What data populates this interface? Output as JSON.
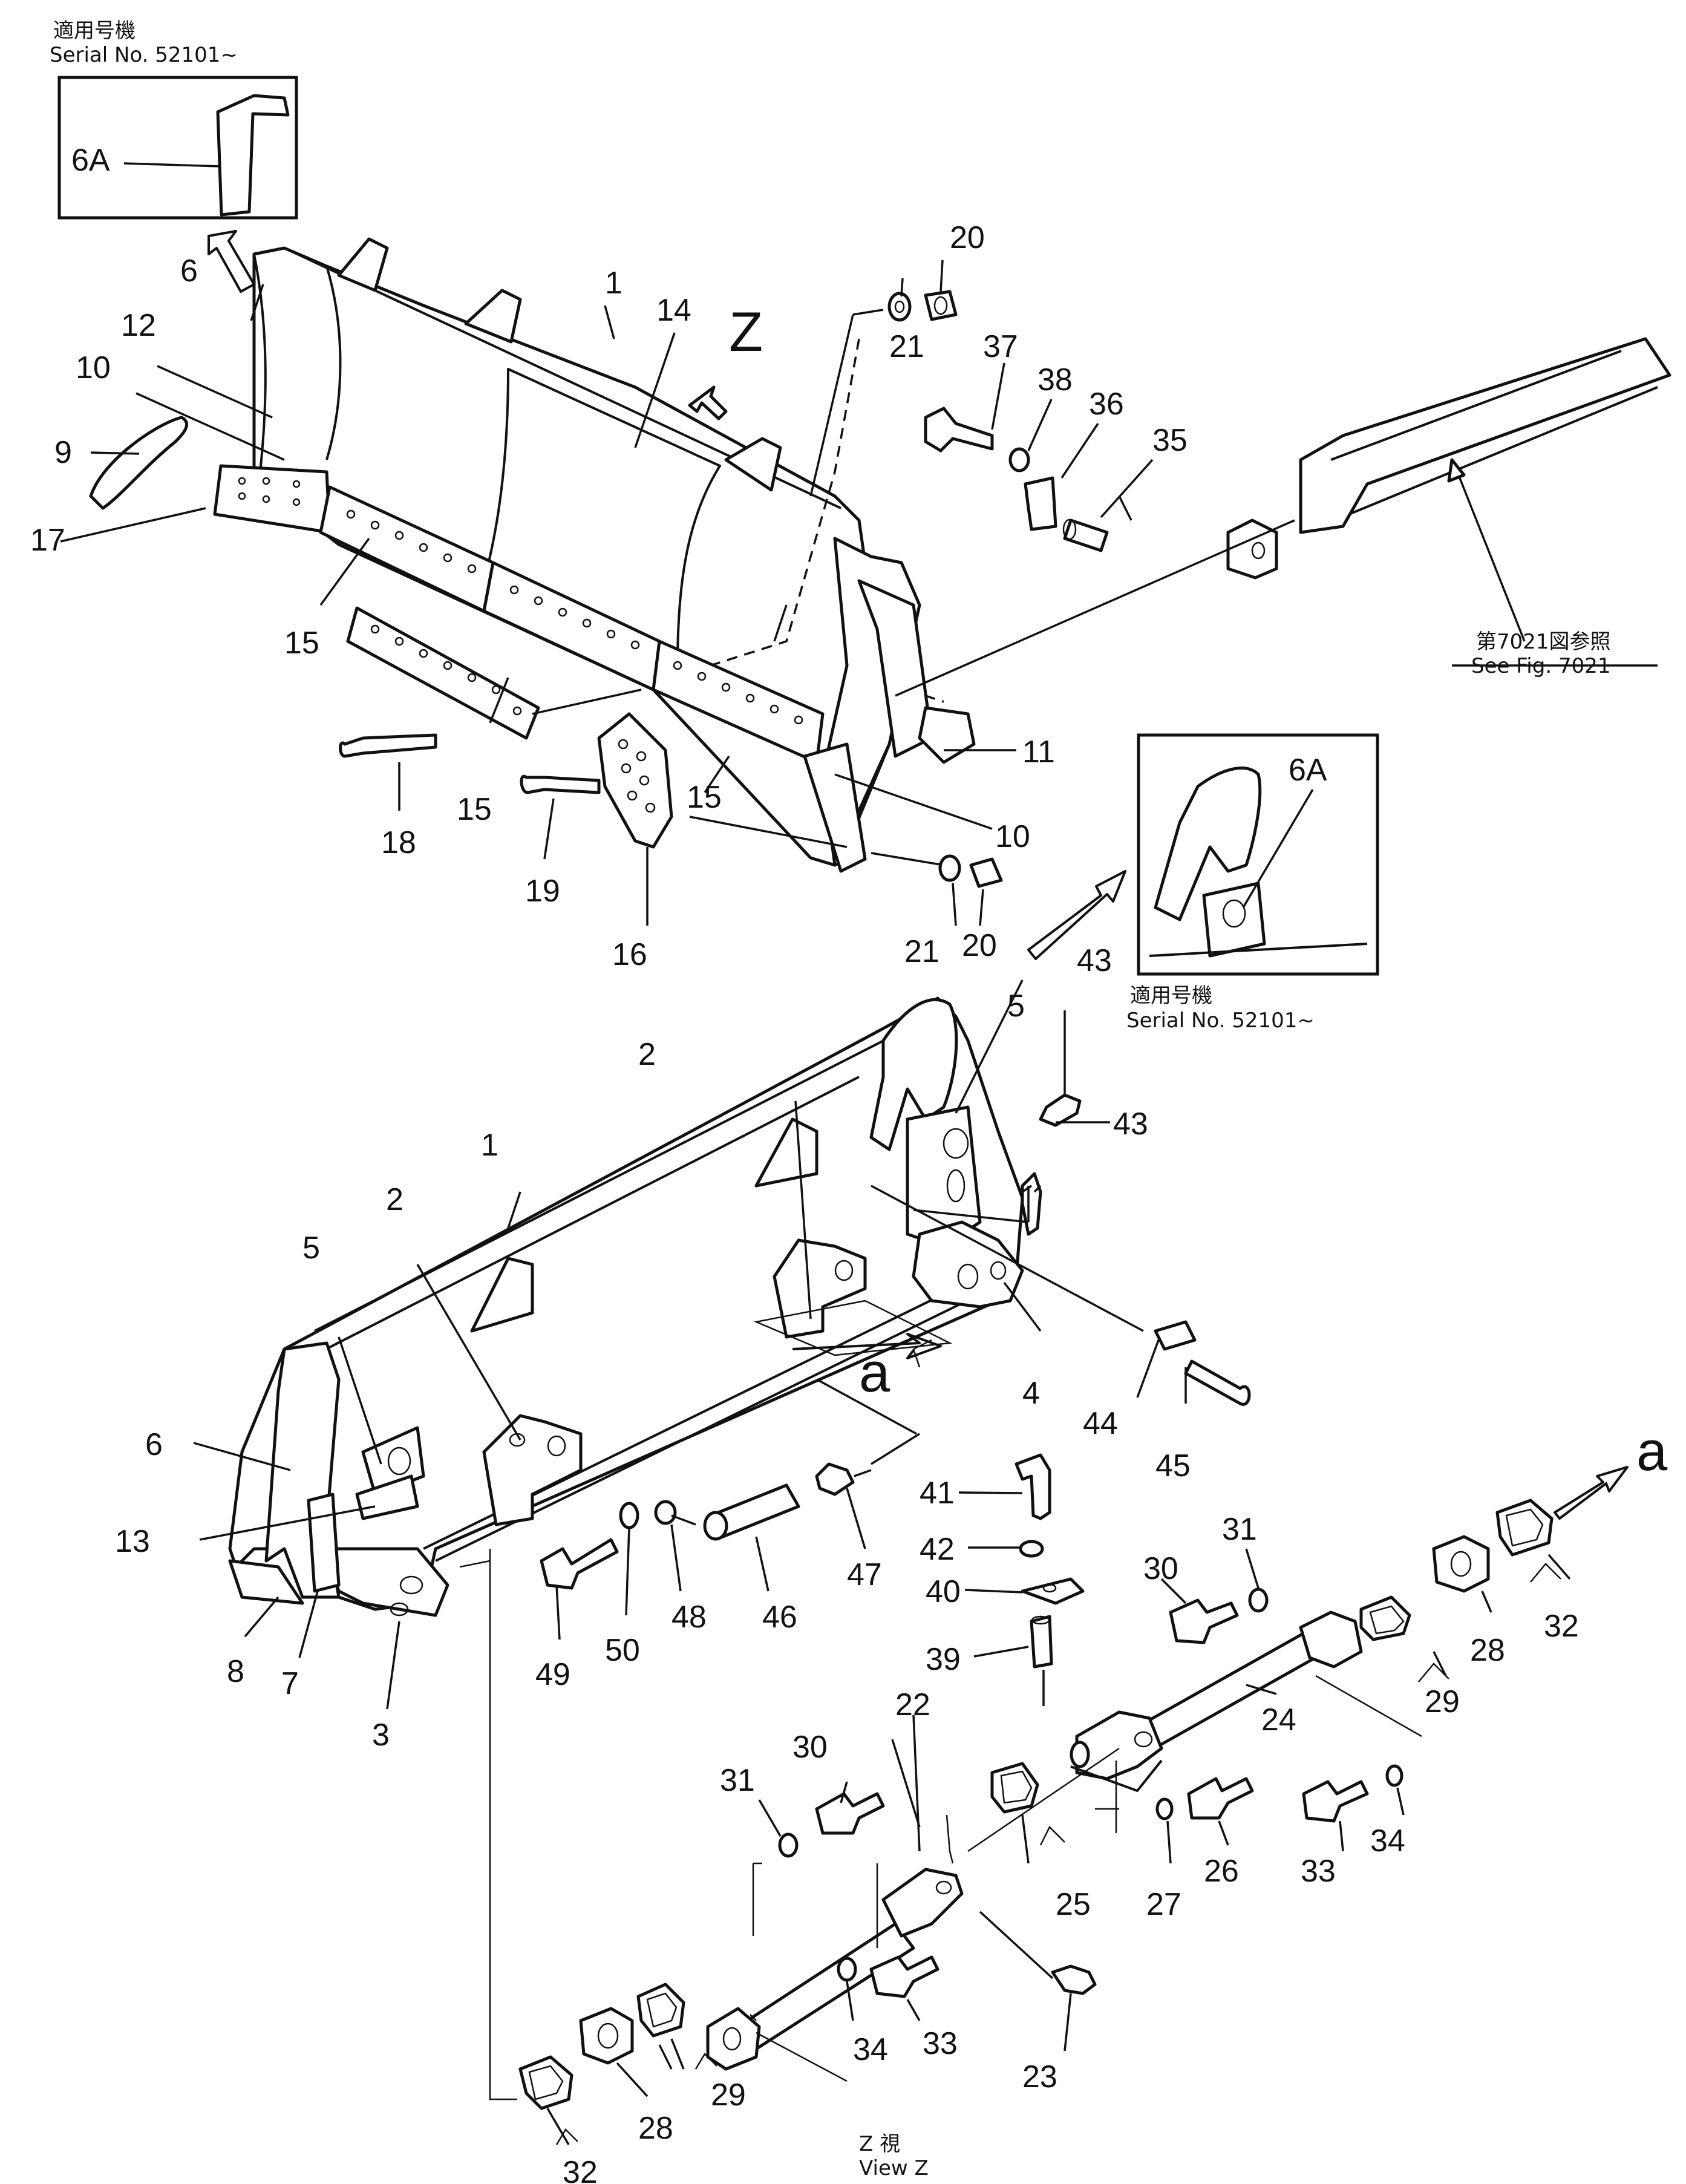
{
  "notes": {
    "serial_top_jp": "適用号機",
    "serial_top_en": "Serial No. 52101~",
    "serial_mid_jp": "適用号機",
    "serial_mid_en": "Serial No. 52101~",
    "see_fig_jp": "第7021図参照",
    "see_fig_en": "See  Fig. 7021",
    "view_jp": "Z  視",
    "view_en": "View Z"
  },
  "view_letters": {
    "z": "Z",
    "a_mid": "a",
    "a_right": "a"
  },
  "callouts": {
    "p1a": "1",
    "p1b": "1",
    "p2a": "2",
    "p2b": "2",
    "p3": "3",
    "p4": "4",
    "p5a": "5",
    "p5b": "5",
    "p6a": "6",
    "p6b": "6",
    "p6Aa": "6A",
    "p6Ab": "6A",
    "p7": "7",
    "p8": "8",
    "p9": "9",
    "p10a": "10",
    "p10b": "10",
    "p11": "11",
    "p12": "12",
    "p13": "13",
    "p14": "14",
    "p15a": "15",
    "p15b": "15",
    "p15c": "15",
    "p16": "16",
    "p17": "17",
    "p18": "18",
    "p19": "19",
    "p20a": "20",
    "p20b": "20",
    "p21a": "21",
    "p21b": "21",
    "p22": "22",
    "p23": "23",
    "p24": "24",
    "p25": "25",
    "p26": "26",
    "p27": "27",
    "p28a": "28",
    "p28b": "28",
    "p29a": "29",
    "p29b": "29",
    "p30a": "30",
    "p30b": "30",
    "p31a": "31",
    "p31b": "31",
    "p32a": "32",
    "p32b": "32",
    "p33a": "33",
    "p33b": "33",
    "p34a": "34",
    "p34b": "34",
    "p35": "35",
    "p36": "36",
    "p37": "37",
    "p38": "38",
    "p39": "39",
    "p40": "40",
    "p41": "41",
    "p42": "42",
    "p43a": "43",
    "p43b": "43",
    "p44": "44",
    "p45": "45",
    "p46": "46",
    "p47": "47",
    "p48": "48",
    "p49": "49",
    "p50": "50"
  }
}
